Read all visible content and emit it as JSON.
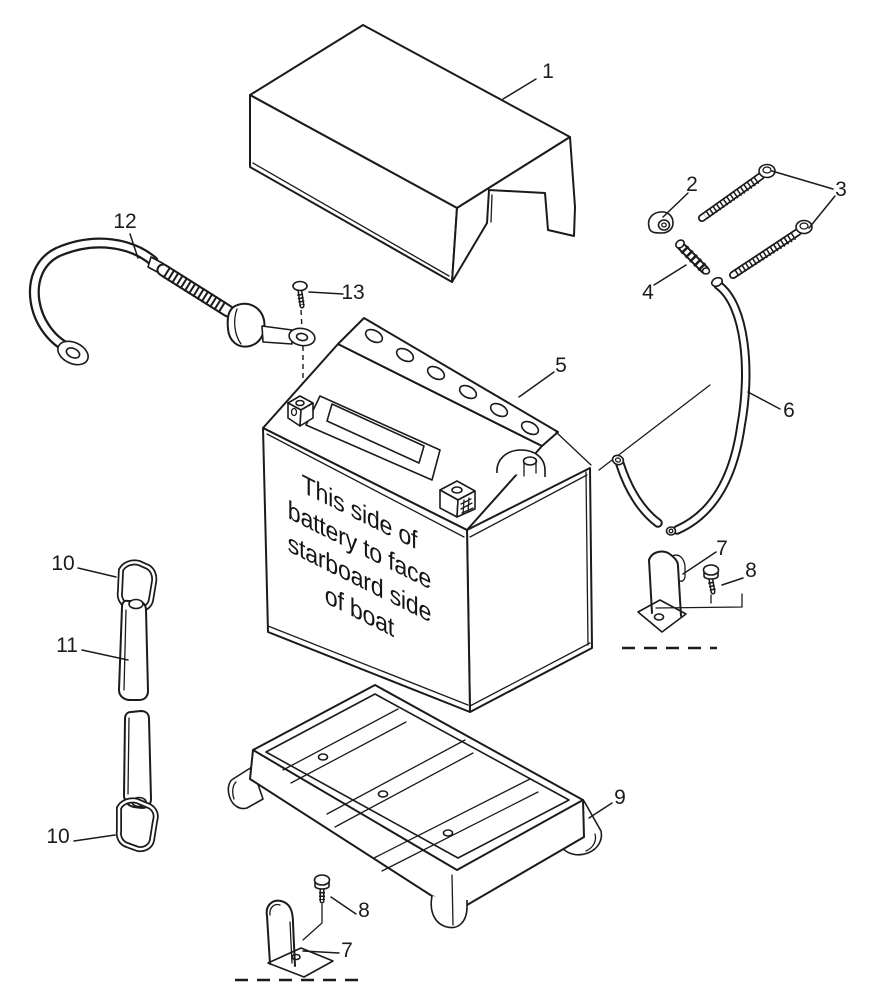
{
  "diagram": {
    "battery_label": {
      "lines": [
        "This side of",
        "battery to face",
        "starboard side",
        "of boat"
      ]
    },
    "callouts": {
      "cover": "1",
      "vent_elbow_fitting": "2",
      "mounting_bolts": "3",
      "inline_fitting": "4",
      "battery": "5",
      "vent_hose": "6",
      "holddown_bracket": "7",
      "bracket_screw": "8",
      "battery_tray": "9",
      "strap_hook": "10",
      "strap": "11",
      "battery_cable": "12",
      "terminal_screw": "13"
    }
  },
  "colors": {
    "line": "#1b1b1b",
    "background": "#ffffff"
  }
}
